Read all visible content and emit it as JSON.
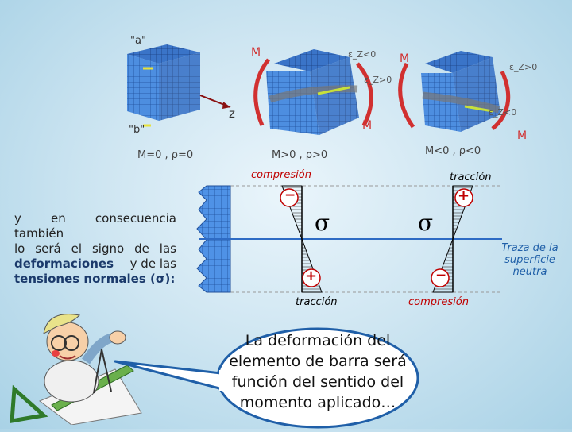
{
  "top_figure": {
    "point_a": "\"a\"",
    "point_b": "\"b\"",
    "axis_z": "z",
    "moment_m": "M",
    "eps_lt0": "ε_Z<0",
    "eps_gt0": "ε_Z>0",
    "eps_gt0_right": "ε_Z>0",
    "eps_lt0_right": "ε_Z<0",
    "caption_left": "M=0 , ρ=0",
    "caption_mid": "M>0 , ρ>0",
    "caption_right": "M<0 , ρ<0"
  },
  "stress_diagram": {
    "label_compresion_top": "compresión",
    "label_traccion_top": "tracción",
    "label_traccion_bottom": "tracción",
    "label_compresion_bottom": "compresión",
    "sigma_left": "σ",
    "sigma_right": "σ",
    "minus": "−",
    "plus": "+",
    "trace_label": "Traza de la superficie neutra"
  },
  "paragraph": {
    "line1": "y en consecuencia también",
    "line2": "lo será el signo de las",
    "word_deformaciones": "deformaciones",
    "line3_rest": "y de las",
    "line4": "tensiones normales (σ):"
  },
  "bubble": {
    "text": "La deformación del elemento de barra será función del sentido del momento aplicado…"
  },
  "colors": {
    "accent_red": "#c00000",
    "grid_blue": "#3f7fd6",
    "bubble_fill": "#ffffff",
    "bubble_border": "#1f5fa8"
  }
}
